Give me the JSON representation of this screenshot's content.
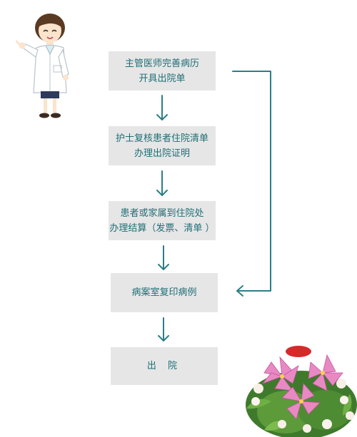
{
  "flow": {
    "steps": [
      {
        "lines": [
          "主管医师完善病历",
          "开具出院单"
        ]
      },
      {
        "lines": [
          "护士复核患者住院清单",
          "办理出院证明"
        ]
      },
      {
        "lines": [
          "患者或家属到住院处",
          "办理结算（发票、清单 ）"
        ]
      },
      {
        "lines": [
          "病案室复印病例"
        ]
      },
      {
        "lines": [
          "出 院"
        ]
      }
    ],
    "arrow_color": "#2b7f86",
    "box_color": "#e6e6e6",
    "text_color": "#1f6e75"
  },
  "decor": {
    "doctor_icon": "doctor-illustration-icon",
    "flowers_icon": "lily-bouquet-icon"
  }
}
